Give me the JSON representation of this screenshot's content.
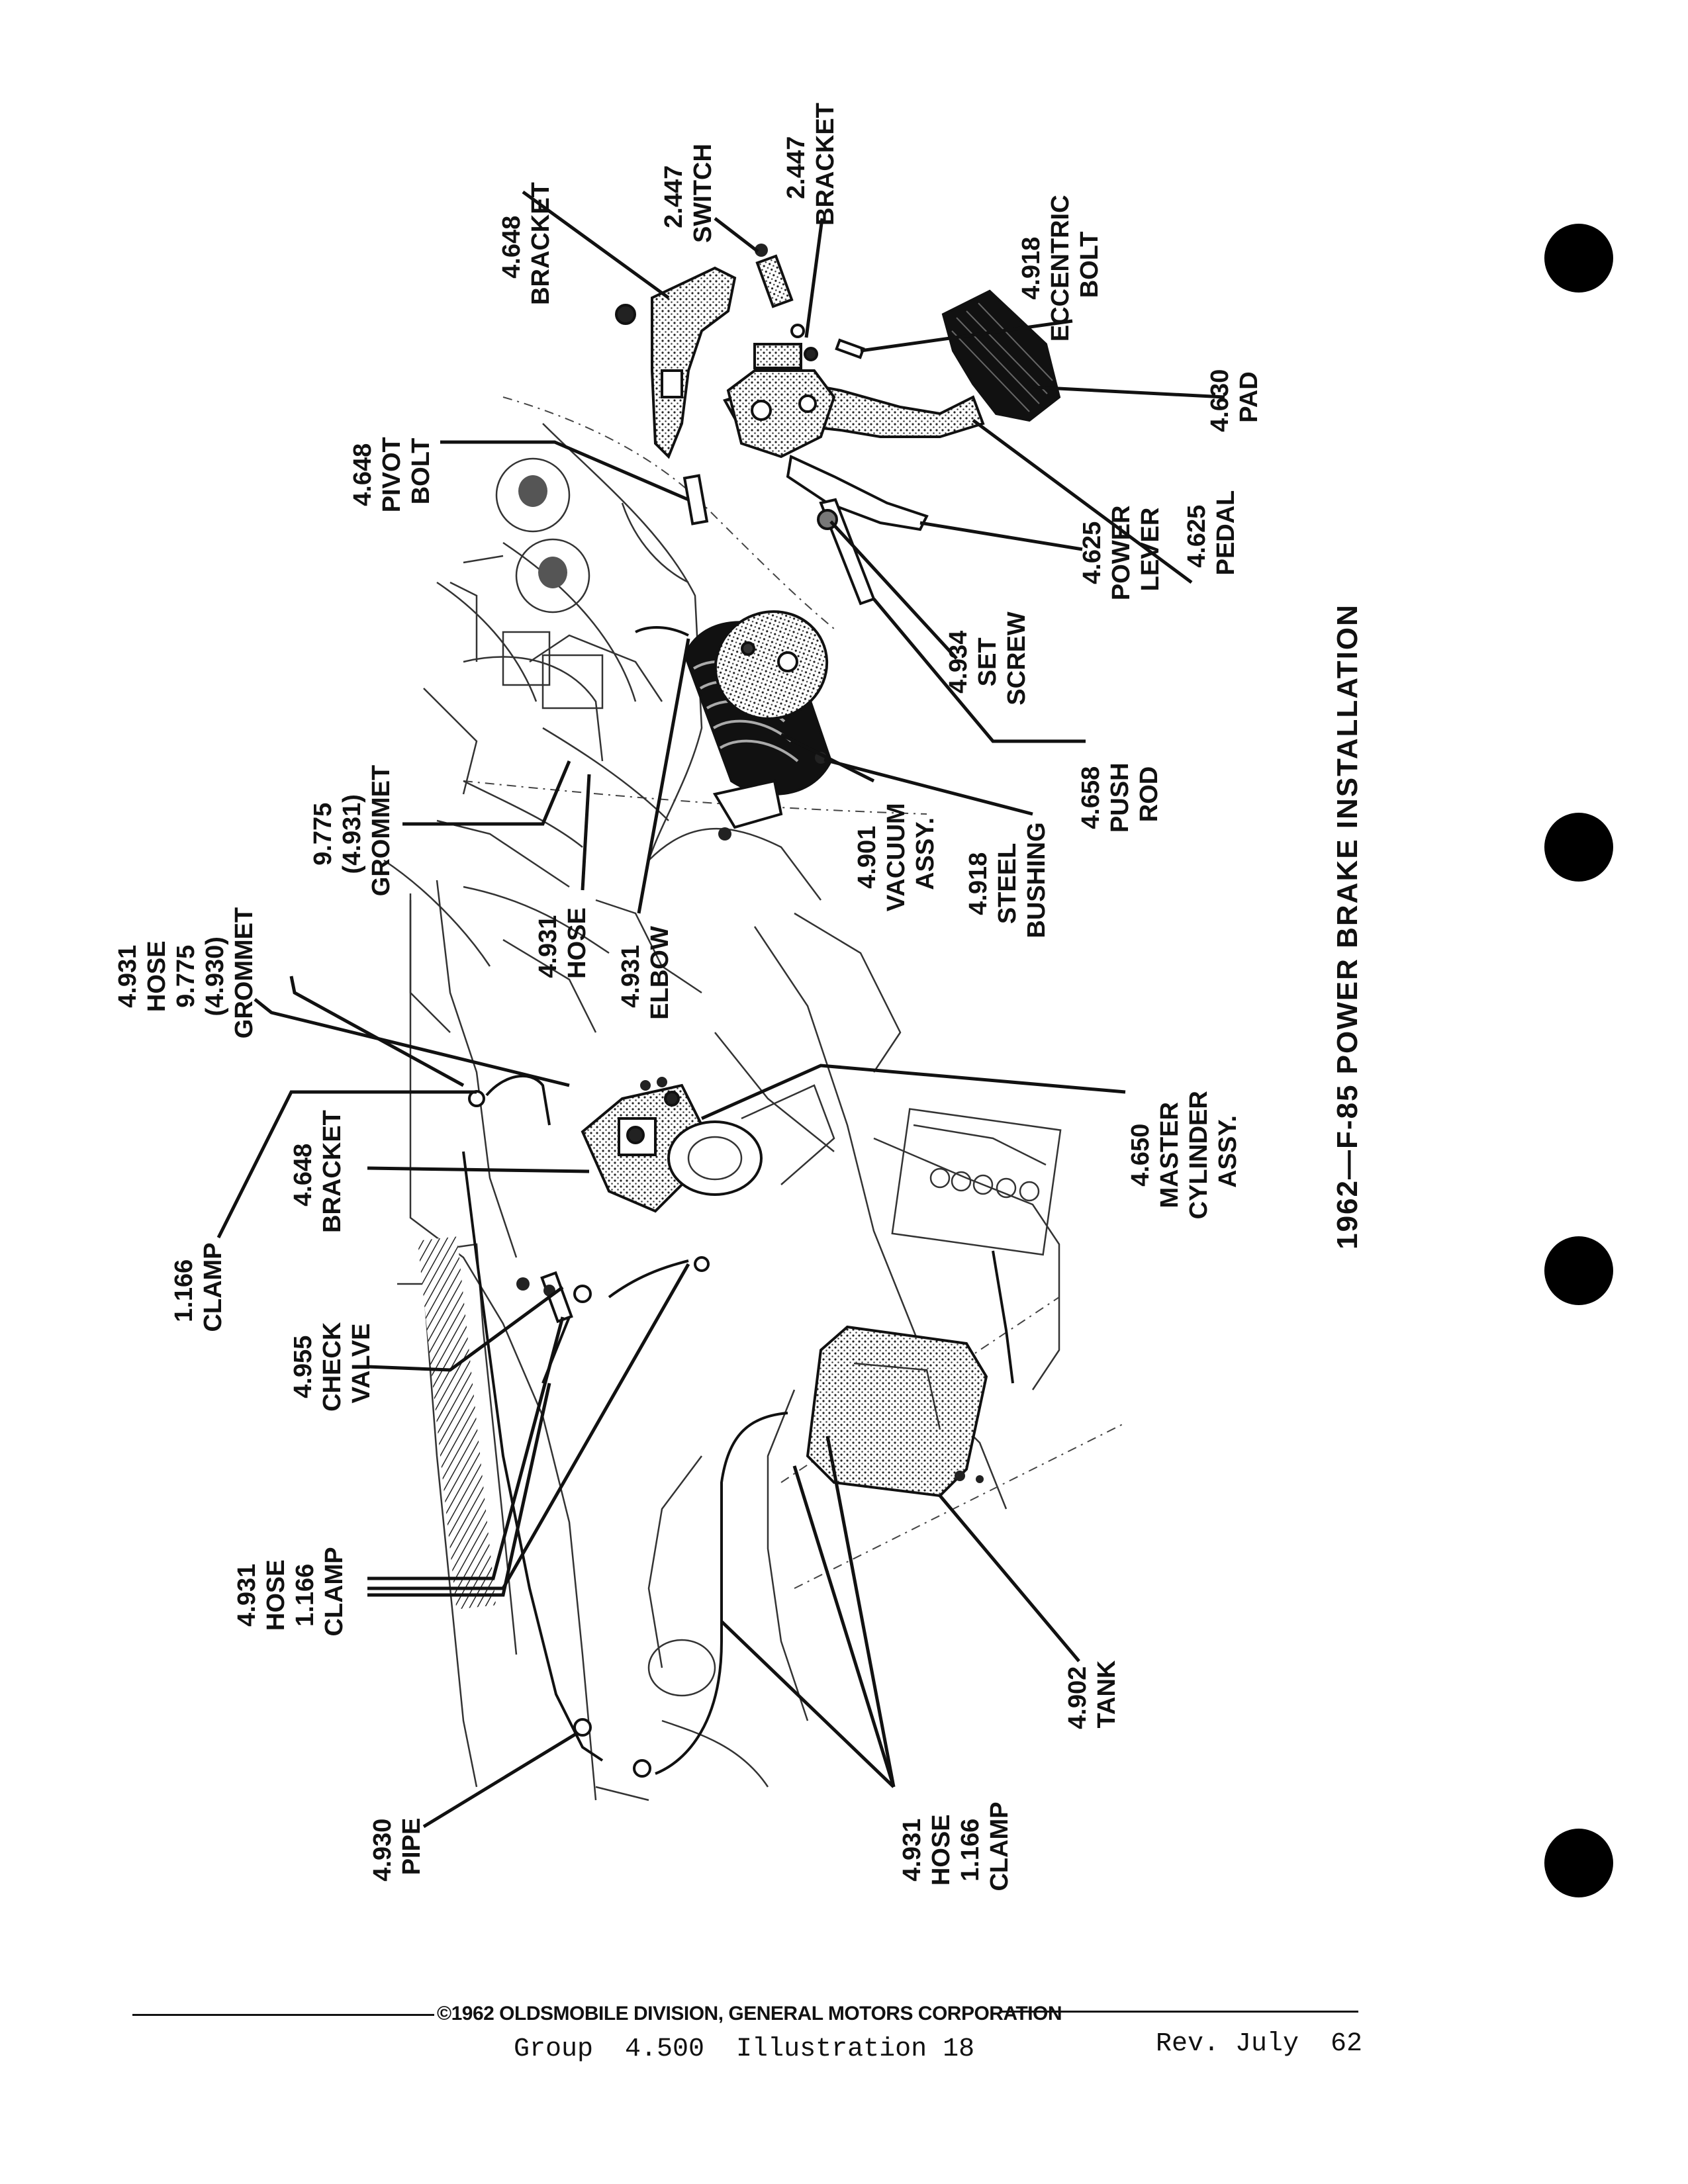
{
  "title": "1962—F-85 POWER BRAKE INSTALLATION",
  "labels": {
    "bracket_4648_top": [
      "4.648",
      "BRACKET"
    ],
    "switch_2447": [
      "2.447",
      "SWITCH"
    ],
    "bracket_2447": [
      "2.447",
      "BRACKET"
    ],
    "eccentric_bolt_4918": [
      "4.918",
      "ECCENTRIC",
      "BOLT"
    ],
    "pad_4630": [
      "4.630",
      "PAD"
    ],
    "pivot_bolt_4648": [
      "4.648",
      "PIVOT",
      "BOLT"
    ],
    "power_lever_4625": [
      "4.625",
      "POWER",
      "LEVER"
    ],
    "pedal_4625": [
      "4.625",
      "PEDAL"
    ],
    "set_screw_4934": [
      "4.934",
      "SET",
      "SCREW"
    ],
    "push_rod_4658": [
      "4.658",
      "PUSH",
      "ROD"
    ],
    "steel_bushing_4918": [
      "4.918",
      "STEEL",
      "BUSHING"
    ],
    "vacuum_assy_4901": [
      "4.901",
      "VACUUM",
      "ASSY."
    ],
    "grommet_9775_4931": [
      "9.775",
      "(4.931)",
      "GROMMET"
    ],
    "hose_4931_mid": [
      "4.931",
      "HOSE"
    ],
    "elbow_4931": [
      "4.931",
      "ELBOW"
    ],
    "hose_grommet_4931_9775": [
      "4.931",
      "HOSE",
      "9.775",
      "(4.930)",
      "GROMMET"
    ],
    "bracket_4648_mid": [
      "4.648",
      "BRACKET"
    ],
    "master_cylinder_4650": [
      "4.650",
      "MASTER",
      "CYLINDER",
      "ASSY."
    ],
    "clamp_1166": [
      "1.166",
      "CLAMP"
    ],
    "check_valve_4955": [
      "4.955",
      "CHECK",
      "VALVE"
    ],
    "hose_clamp_4931_1166_left": [
      "4.931",
      "HOSE",
      "1.166",
      "CLAMP"
    ],
    "tank_4902": [
      "4.902",
      "TANK"
    ],
    "pipe_4930": [
      "4.930",
      "PIPE"
    ],
    "hose_clamp_4931_1166_bottom": [
      "4.931",
      "HOSE",
      "1.166",
      "CLAMP"
    ]
  },
  "footer": {
    "copyright": "©1962 OLDSMOBILE DIVISION, GENERAL MOTORS CORPORATION",
    "group": "Group  4.500  Illustration 18",
    "revision": "Rev. July  62"
  },
  "colors": {
    "ink": "#111111",
    "paper": "#ffffff",
    "shading": "#9a9a9a"
  }
}
